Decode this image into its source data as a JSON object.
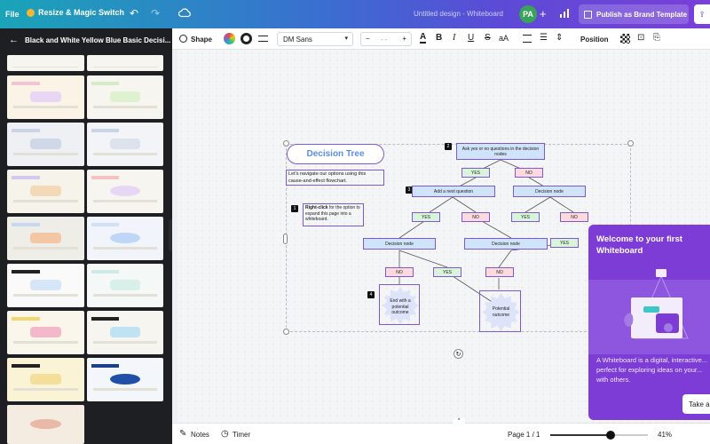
{
  "topbar": {
    "file": "File",
    "resize": "Resize & Magic Switch",
    "doc_title": "Untitled design - Whiteboard",
    "avatar": "PA",
    "publish": "Publish as Brand Template"
  },
  "sidebar": {
    "title": "Black and White Yellow Blue Basic Decisi..."
  },
  "toolbar": {
    "shape": "Shape",
    "font": "DM Sans",
    "font_size": "- -",
    "bold": "B",
    "italic": "I",
    "underline": "U",
    "strike": "S",
    "case": "aA",
    "position": "Position"
  },
  "diagram": {
    "title": "Decision Tree",
    "intro": "Let's navigate our options using this cause-and-effect flowchart.",
    "right_click_bold": "Right-click",
    "right_click_rest": " for the option to expand this page into a whiteboard.",
    "root": "Ask yes or no questions in the decision nodes",
    "add_question": "Add a next question",
    "decision_node": "Decision node",
    "yes": "YES",
    "no": "NO",
    "end_outcome": "End with a potential outcome",
    "potential_outcome": "Potential outcome",
    "steps": [
      "1",
      "2",
      "3",
      "4"
    ]
  },
  "welcome": {
    "title": "Welcome to your first Whiteboard",
    "body": "A Whiteboard is a digital, interactive... perfect for exploring ideas on your... with others.",
    "cta": "Take a"
  },
  "bottombar": {
    "notes": "Notes",
    "timer": "Timer",
    "page": "Page 1 / 1",
    "zoom": "41%",
    "zoom_value": 41
  }
}
